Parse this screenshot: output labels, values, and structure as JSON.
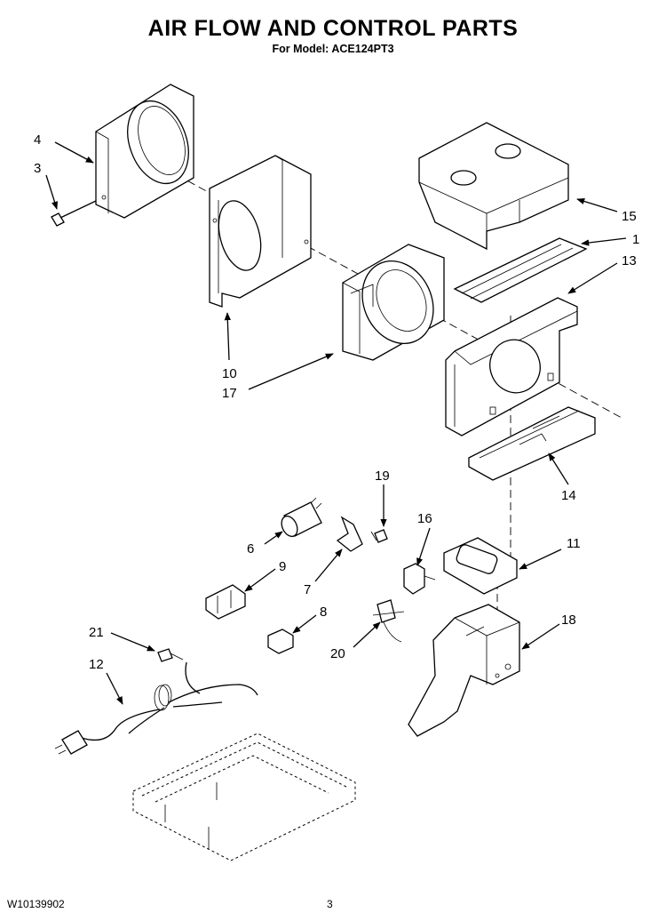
{
  "header": {
    "title": "AIR FLOW AND CONTROL PARTS",
    "subtitle": "For Model: ACE124PT3"
  },
  "footer": {
    "doc_number": "W10139902",
    "page_number": "3"
  },
  "callouts": {
    "c1": "1",
    "c3": "3",
    "c4": "4",
    "c6": "6",
    "c7": "7",
    "c8": "8",
    "c9": "9",
    "c10": "10",
    "c11": "11",
    "c12": "12",
    "c13": "13",
    "c14": "14",
    "c15": "15",
    "c16": "16",
    "c17": "17",
    "c18": "18",
    "c19": "19",
    "c20": "20",
    "c21": "21"
  }
}
